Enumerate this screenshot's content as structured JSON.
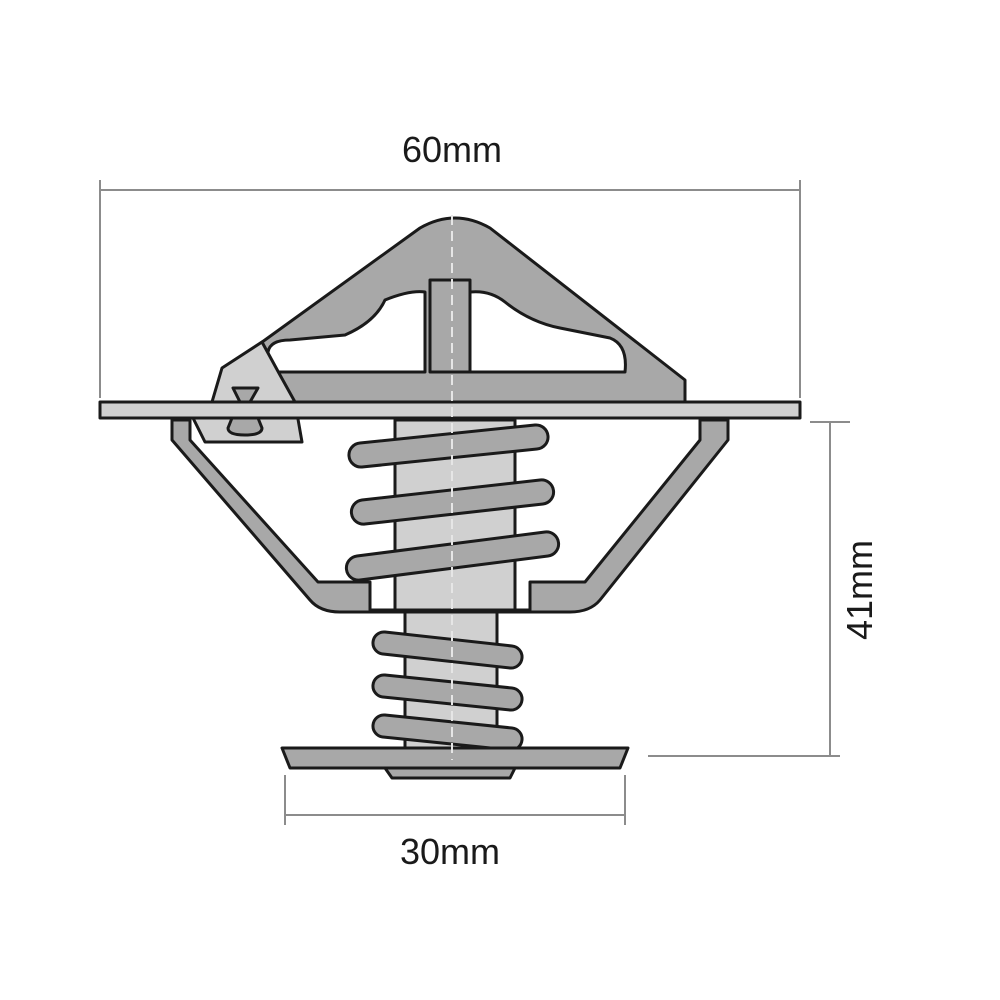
{
  "dimensions": {
    "top_width": "60mm",
    "height": "41mm",
    "bottom_width": "30mm"
  },
  "colors": {
    "outline": "#1a1a1a",
    "body_fill": "#a8a8a8",
    "light_fill": "#d0d0d0",
    "dim_line": "#8c8c8c",
    "centerline": "#e6e6e6"
  }
}
